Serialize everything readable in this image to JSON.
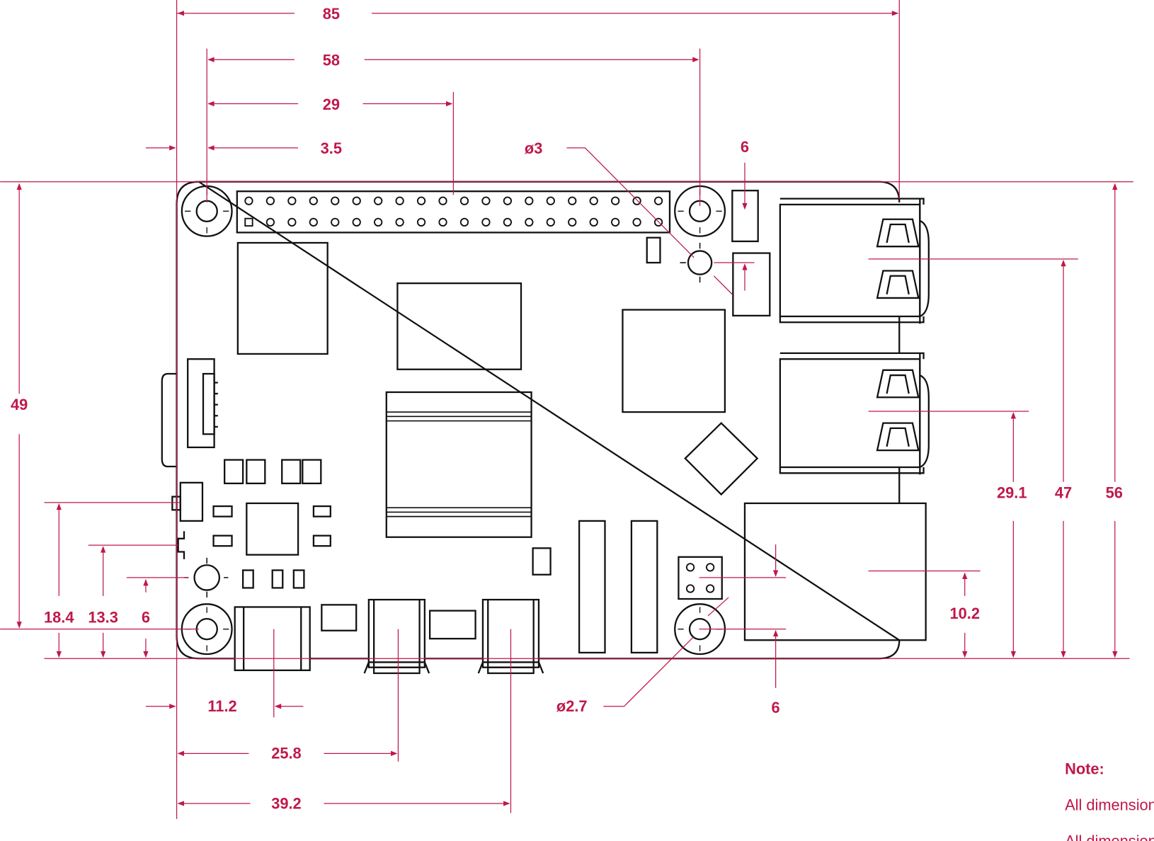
{
  "title": "Raspberry Pi mechanical drawing",
  "dimensions": {
    "width_overall": "85",
    "mount_hole_spacing_x": "58",
    "gpio_center": "29",
    "hole_offset_x": "3.5",
    "hole_diameter_top": "ø3",
    "top_6": "6",
    "height_49": "49",
    "usb2_center": "29.1",
    "usb1_center": "47",
    "height_overall": "56",
    "h_18_4": "18.4",
    "h_13_3": "13.3",
    "left_6": "6",
    "ethernet_10_2": "10.2",
    "usbc_11_2": "11.2",
    "hole_diameter_bottom": "ø2.7",
    "bottom_6": "6",
    "hdmi0_25_8": "25.8",
    "hdmi1_39_2": "39.2"
  },
  "note": {
    "heading": "Note:",
    "lines": [
      "All dimensions in mm",
      "All dimensions are approximate"
    ]
  },
  "gpio": {
    "columns": 20,
    "rows": 2
  },
  "colors": {
    "dimension": "#c0184a",
    "outline": "#111111"
  }
}
